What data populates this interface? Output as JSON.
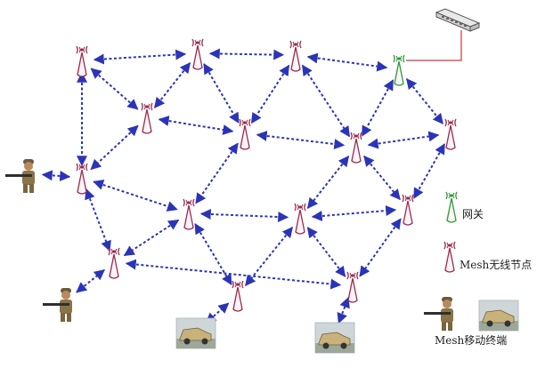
{
  "diagram": {
    "legend": {
      "gateway_label": "网关",
      "mesh_node_label": "Mesh无线节点",
      "terminal_label": "Mesh移动终端"
    },
    "nodes": [
      {
        "id": "n1",
        "kind": "mesh"
      },
      {
        "id": "n2",
        "kind": "mesh"
      },
      {
        "id": "n3",
        "kind": "mesh"
      },
      {
        "id": "gw",
        "kind": "gateway"
      },
      {
        "id": "n5",
        "kind": "mesh"
      },
      {
        "id": "n6",
        "kind": "mesh"
      },
      {
        "id": "n7",
        "kind": "mesh"
      },
      {
        "id": "n8",
        "kind": "mesh"
      },
      {
        "id": "n9",
        "kind": "mesh"
      },
      {
        "id": "n10",
        "kind": "mesh"
      },
      {
        "id": "n11",
        "kind": "mesh"
      },
      {
        "id": "n12",
        "kind": "mesh"
      },
      {
        "id": "n13",
        "kind": "mesh"
      },
      {
        "id": "n14",
        "kind": "mesh"
      },
      {
        "id": "n15",
        "kind": "mesh"
      },
      {
        "id": "n16",
        "kind": "mesh"
      }
    ],
    "terminals": [
      {
        "id": "t1",
        "kind": "soldier"
      },
      {
        "id": "t2",
        "kind": "soldier"
      },
      {
        "id": "t3",
        "kind": "vehicle"
      },
      {
        "id": "t4",
        "kind": "vehicle"
      }
    ],
    "router": {
      "id": "router",
      "kind": "router"
    },
    "links": [
      [
        "n1",
        "n2"
      ],
      [
        "n2",
        "n3"
      ],
      [
        "n3",
        "gw"
      ],
      [
        "n1",
        "n6"
      ],
      [
        "n1",
        "n8"
      ],
      [
        "n2",
        "n6"
      ],
      [
        "n2",
        "n7"
      ],
      [
        "n3",
        "n7"
      ],
      [
        "n3",
        "n9"
      ],
      [
        "gw",
        "n9"
      ],
      [
        "gw",
        "n5"
      ],
      [
        "n6",
        "n7"
      ],
      [
        "n6",
        "n8"
      ],
      [
        "n7",
        "n9"
      ],
      [
        "n7",
        "n11"
      ],
      [
        "n9",
        "n5"
      ],
      [
        "n9",
        "n12"
      ],
      [
        "n9",
        "n13"
      ],
      [
        "n5",
        "n13"
      ],
      [
        "n8",
        "n11"
      ],
      [
        "n8",
        "n10"
      ],
      [
        "n11",
        "n12"
      ],
      [
        "n11",
        "n14"
      ],
      [
        "n11",
        "n10"
      ],
      [
        "n12",
        "n13"
      ],
      [
        "n12",
        "n14"
      ],
      [
        "n12",
        "n16"
      ],
      [
        "n13",
        "n16"
      ],
      [
        "n10",
        "n15"
      ],
      [
        "n15",
        "n16"
      ]
    ],
    "terminal_links": [
      [
        "t1",
        "n8"
      ],
      [
        "t2",
        "n10"
      ],
      [
        "t3",
        "n14"
      ],
      [
        "t4",
        "n16"
      ]
    ],
    "colors": {
      "link": "#2b34b8",
      "mesh_node": "#9c2a4e",
      "gateway_node": "#2f9a3a",
      "router_line": "#c33a3a"
    }
  }
}
